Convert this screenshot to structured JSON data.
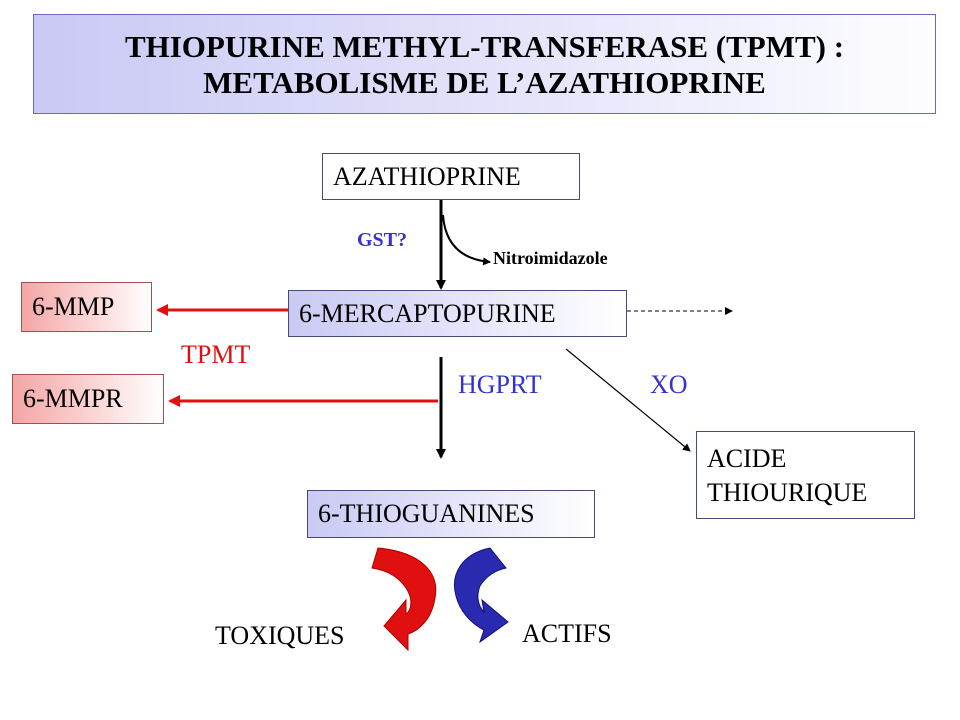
{
  "title": {
    "line1": "THIOPURINE METHYL-TRANSFERASE (TPMT) :",
    "line2": "METABOLISME DE L’AZATHIOPRINE"
  },
  "nodes": {
    "azathioprine": "AZATHIOPRINE",
    "mercaptopurine": "6-MERCAPTOPURINE",
    "mmp": "6-MMP",
    "mmpr": "6-MMPR",
    "thioguanines": "6-THIOGUANINES",
    "acide_thiourique": [
      "ACIDE",
      "THIOURIQUE"
    ]
  },
  "edge_labels": {
    "gst": "GST?",
    "nitroimidazole": "Nitroimidazole",
    "tpmt": "TPMT",
    "hgprt": "HGPRT",
    "xo": "XO"
  },
  "outcomes": {
    "toxiques": "TOXIQUES",
    "actifs": "ACTIFS"
  },
  "colors": {
    "red_arrow": "#e01010",
    "blue_arrow": "#2a2ab0",
    "label_blue": "#3333cc",
    "label_red": "#e01010"
  }
}
